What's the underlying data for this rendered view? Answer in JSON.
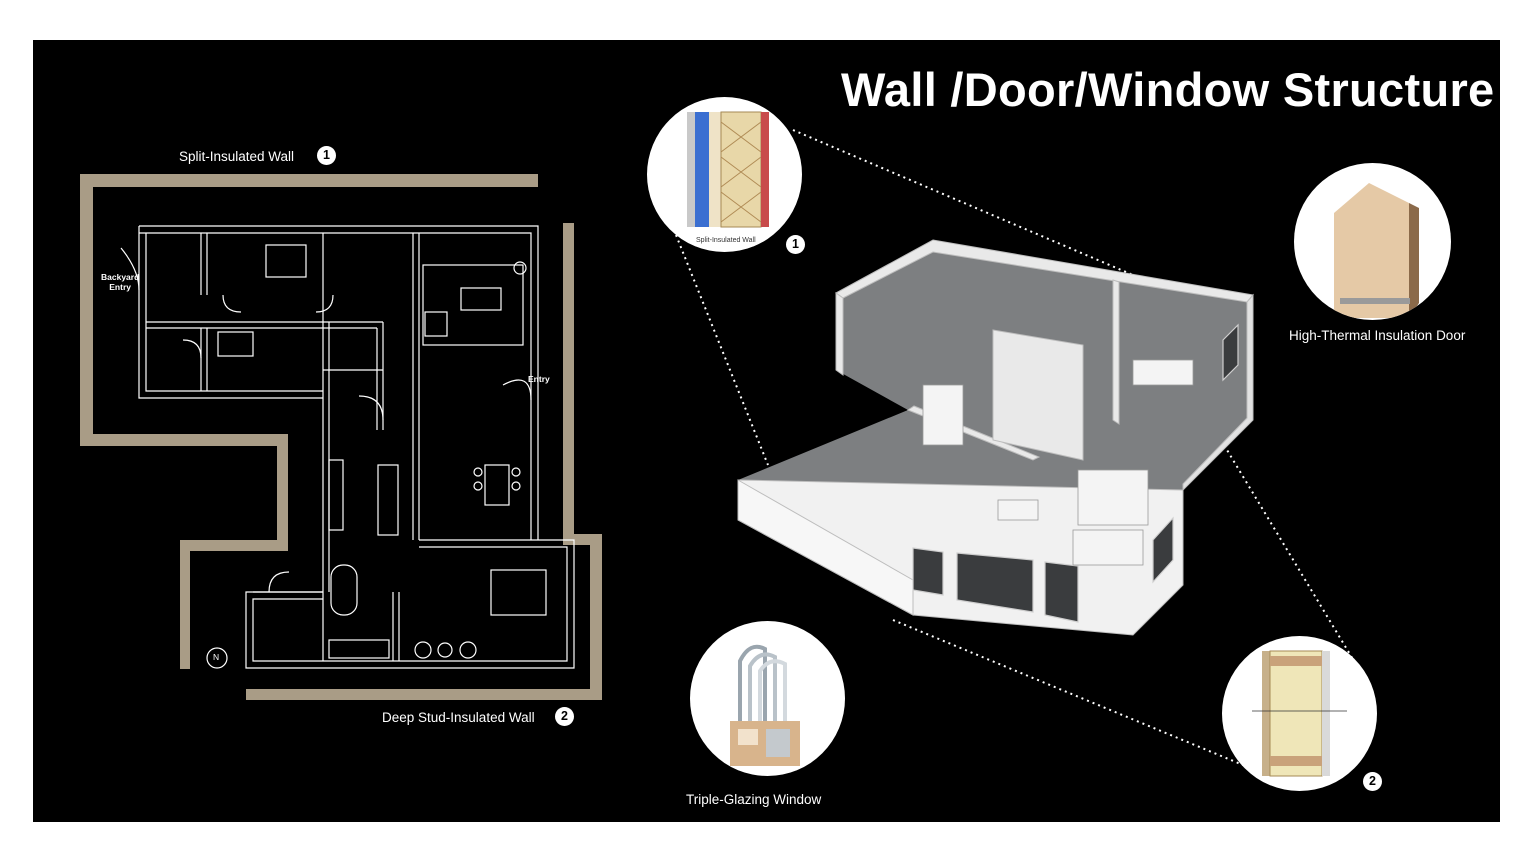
{
  "title": "Wall /Door/Window Structure",
  "labels": {
    "split_wall": "Split-Insulated Wall",
    "deep_wall": "Deep Stud-Insulated Wall",
    "door": "High-Thermal Insulation Door",
    "window": "Triple-Glazing Window",
    "split_wall_caption": "Split-Insulated Wall"
  },
  "badges": {
    "one": "1",
    "two": "2"
  },
  "plan": {
    "backyard_line1": "Backyard",
    "backyard_line2": "Entry",
    "entry": "Entry",
    "north": "N"
  },
  "colors": {
    "background": "#000000",
    "wall_outline": "#a99c86",
    "text": "#ffffff"
  }
}
